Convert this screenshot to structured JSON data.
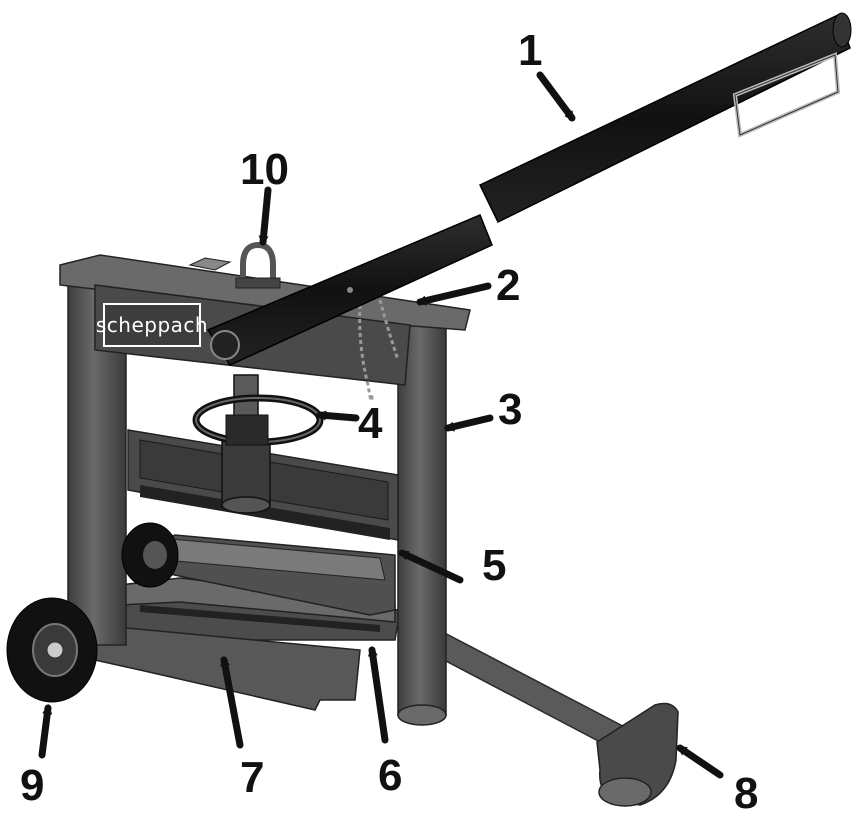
{
  "brand": {
    "name": "scheppach"
  },
  "callouts": [
    {
      "id": "1",
      "label": "1"
    },
    {
      "id": "2",
      "label": "2"
    },
    {
      "id": "3",
      "label": "3"
    },
    {
      "id": "4",
      "label": "4"
    },
    {
      "id": "5",
      "label": "5"
    },
    {
      "id": "6",
      "label": "6"
    },
    {
      "id": "7",
      "label": "7"
    },
    {
      "id": "8",
      "label": "8"
    },
    {
      "id": "9",
      "label": "9"
    },
    {
      "id": "10",
      "label": "10"
    }
  ],
  "colors": {
    "frame": "#5a5a5a",
    "frame_dark": "#3a3a3a",
    "handle": "#1c1c1c",
    "arrow": "#111111"
  }
}
